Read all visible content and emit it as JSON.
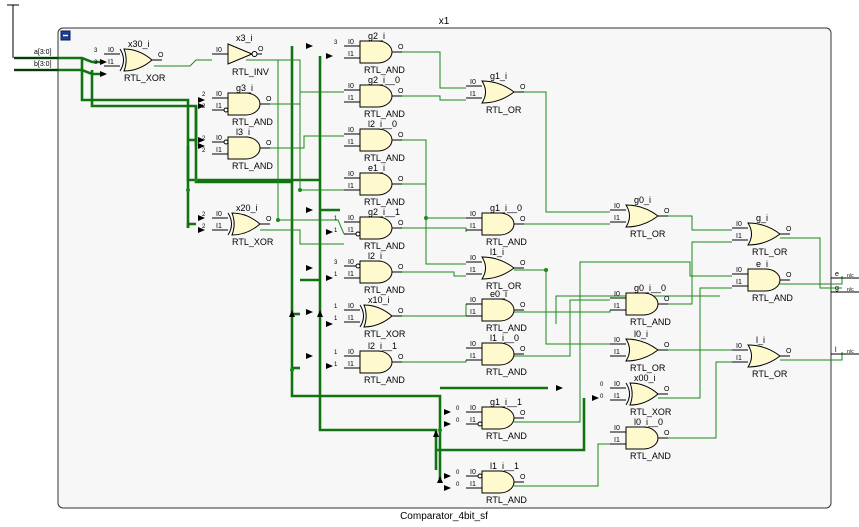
{
  "diagram": {
    "instance_name": "x1",
    "cell_name": "Comparator_4bit_sf",
    "colors": {
      "wire": "#1a8a1a",
      "bus": "#127312",
      "gate_fill": "#fffacd",
      "frame_bg": "#f7f7f7",
      "collapse_button": "#1f3f8f"
    },
    "inputs": [
      {
        "name": "a[3:0]"
      },
      {
        "name": "b[3:0]"
      }
    ],
    "outputs": [
      {
        "name": "e",
        "note": "n/c"
      },
      {
        "name": "g",
        "note": "n/c"
      },
      {
        "name": "l",
        "note": "n/c"
      }
    ],
    "gates": [
      {
        "name": "x30_i",
        "type": "RTL_XOR",
        "shape": "xor",
        "pins": [
          "I0",
          "I1"
        ],
        "pinbits": [
          "3",
          "3"
        ]
      },
      {
        "name": "x3_i",
        "type": "RTL_INV",
        "shape": "inv",
        "pins": [
          "I0"
        ],
        "pinbits": [
          ""
        ]
      },
      {
        "name": "g3_i",
        "type": "RTL_AND",
        "shape": "and",
        "pins": [
          "I0",
          "I1"
        ],
        "pinbits": [
          "2",
          "2"
        ],
        "bubble_in": 1
      },
      {
        "name": "l3_i",
        "type": "RTL_AND",
        "shape": "and",
        "pins": [
          "I0",
          "I1"
        ],
        "pinbits": [
          "2",
          "2"
        ],
        "bubble_in": 0
      },
      {
        "name": "x20_i",
        "type": "RTL_XOR",
        "shape": "xor",
        "pins": [
          "I0",
          "I1"
        ],
        "pinbits": [
          "2",
          "2"
        ]
      },
      {
        "name": "g2_i",
        "type": "RTL_AND",
        "shape": "and",
        "pins": [
          "I0",
          "I1"
        ],
        "pinbits": [
          "3",
          ""
        ]
      },
      {
        "name": "g2_i__0",
        "type": "RTL_AND",
        "shape": "and",
        "pins": [
          "I0",
          "I1"
        ],
        "pinbits": [
          "",
          ""
        ]
      },
      {
        "name": "l2_i__0",
        "type": "RTL_AND",
        "shape": "and",
        "pins": [
          "I0",
          "I1"
        ],
        "pinbits": [
          "",
          ""
        ]
      },
      {
        "name": "e1_i",
        "type": "RTL_AND",
        "shape": "and",
        "pins": [
          "I0",
          "I1"
        ],
        "pinbits": [
          "",
          ""
        ]
      },
      {
        "name": "g2_i__1",
        "type": "RTL_AND",
        "shape": "and",
        "pins": [
          "I0",
          "I1"
        ],
        "pinbits": [
          "1",
          "1"
        ],
        "bubble_in": 1
      },
      {
        "name": "l2_i",
        "type": "RTL_AND",
        "shape": "and",
        "pins": [
          "I0",
          "I1"
        ],
        "pinbits": [
          "3",
          "1"
        ],
        "bubble_in": 0
      },
      {
        "name": "x10_i",
        "type": "RTL_XOR",
        "shape": "xor",
        "pins": [
          "I0",
          "I1"
        ],
        "pinbits": [
          "1",
          "1"
        ]
      },
      {
        "name": "l2_i__1",
        "type": "RTL_AND",
        "shape": "and",
        "pins": [
          "I0",
          "I1"
        ],
        "pinbits": [
          "1",
          "1"
        ]
      },
      {
        "name": "g1_i",
        "type": "RTL_OR",
        "shape": "or",
        "pins": [
          "I0",
          "I1"
        ],
        "pinbits": [
          "",
          ""
        ]
      },
      {
        "name": "g1_i__0",
        "type": "RTL_AND",
        "shape": "and",
        "pins": [
          "I0",
          "I1"
        ],
        "pinbits": [
          "",
          ""
        ]
      },
      {
        "name": "l1_i",
        "type": "RTL_OR",
        "shape": "or",
        "pins": [
          "I0",
          "I1"
        ],
        "pinbits": [
          "",
          ""
        ]
      },
      {
        "name": "e0_i",
        "type": "RTL_AND",
        "shape": "and",
        "pins": [
          "I0",
          "I1"
        ],
        "pinbits": [
          "",
          ""
        ]
      },
      {
        "name": "l1_i__0",
        "type": "RTL_AND",
        "shape": "and",
        "pins": [
          "I0",
          "I1"
        ],
        "pinbits": [
          "",
          ""
        ]
      },
      {
        "name": "g1_i__1",
        "type": "RTL_AND",
        "shape": "and",
        "pins": [
          "I0",
          "I1"
        ],
        "pinbits": [
          "0",
          "0"
        ],
        "bubble_in": 1
      },
      {
        "name": "l1_i__1",
        "type": "RTL_AND",
        "shape": "and",
        "pins": [
          "I0",
          "I1"
        ],
        "pinbits": [
          "0",
          "0"
        ],
        "bubble_in": 0
      },
      {
        "name": "g0_i",
        "type": "RTL_OR",
        "shape": "or",
        "pins": [
          "I0",
          "I1"
        ],
        "pinbits": [
          "",
          ""
        ]
      },
      {
        "name": "g0_i__0",
        "type": "RTL_AND",
        "shape": "and",
        "pins": [
          "I0",
          "I1"
        ],
        "pinbits": [
          "",
          ""
        ]
      },
      {
        "name": "l0_i",
        "type": "RTL_OR",
        "shape": "or",
        "pins": [
          "I0",
          "I1"
        ],
        "pinbits": [
          "",
          ""
        ]
      },
      {
        "name": "x00_i",
        "type": "RTL_XOR",
        "shape": "xor",
        "pins": [
          "I0",
          "I1"
        ],
        "pinbits": [
          "0",
          "0"
        ]
      },
      {
        "name": "l0_i__0",
        "type": "RTL_AND",
        "shape": "and",
        "pins": [
          "I0",
          "I1"
        ],
        "pinbits": [
          "",
          ""
        ]
      },
      {
        "name": "g_i",
        "type": "RTL_OR",
        "shape": "or",
        "pins": [
          "I0",
          "I1"
        ],
        "pinbits": [
          "",
          ""
        ]
      },
      {
        "name": "e_i",
        "type": "RTL_AND",
        "shape": "and",
        "pins": [
          "I0",
          "I1"
        ],
        "pinbits": [
          "",
          ""
        ]
      },
      {
        "name": "l_i",
        "type": "RTL_OR",
        "shape": "or",
        "pins": [
          "I0",
          "I1"
        ],
        "pinbits": [
          "",
          ""
        ]
      }
    ]
  }
}
